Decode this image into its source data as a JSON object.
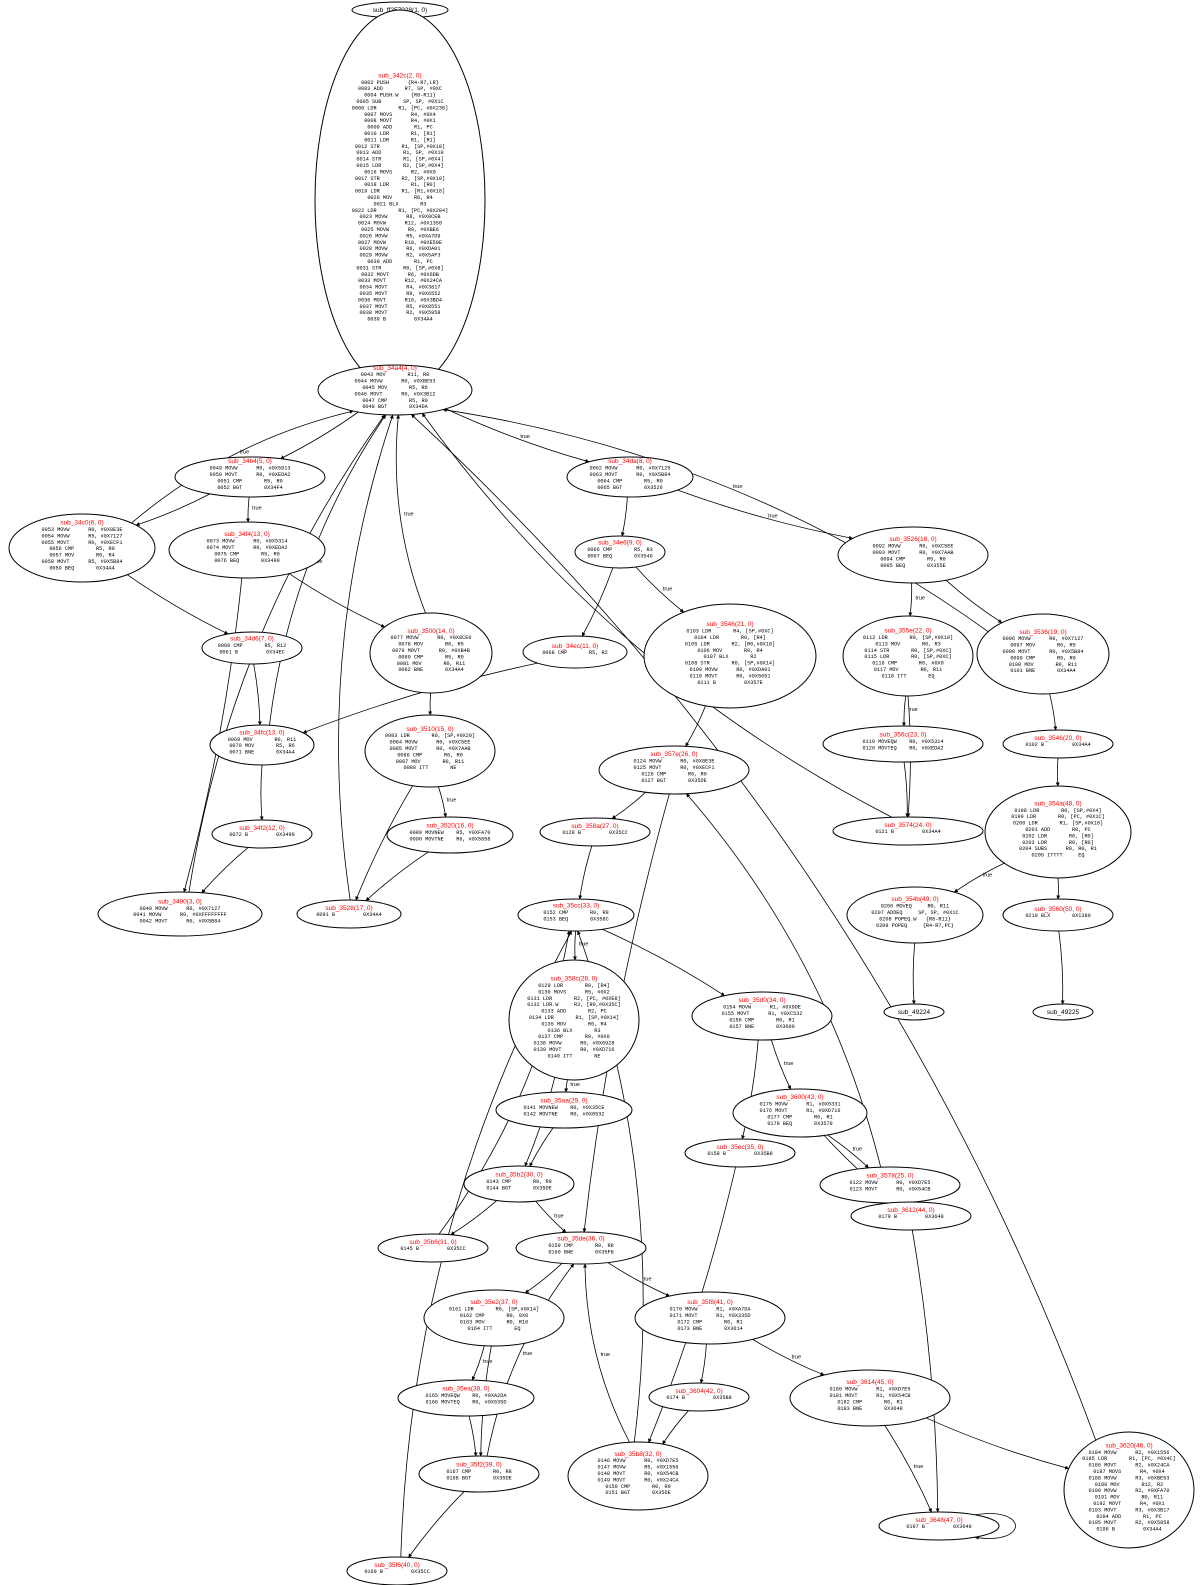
{
  "graph": {
    "nodes": [
      {
        "id": "n_entry",
        "title": "sub_ff257028(1, 0)",
        "lines": []
      },
      {
        "id": "n_342c",
        "title": "sub_342c(2, 0)",
        "lines": [
          "0002 PUSH      {R4-R7,LR}",
          "0003 ADD       R7, SP, #0XC",
          "0004 PUSH.W    {R8-R11}",
          "0005 SUB       SP, SP, #0X1C",
          "0006 LDR       R1, [PC, #0X230]",
          "0007 MOVS      R4, #0X4",
          "0008 MOVT      R4, #0X1",
          "0009 ADD       R1, PC",
          "0010 LDR       R1, [R1]",
          "0011 LDR       R1, [R1]",
          "0012 STR       R1, [SP,#0X18]",
          "0013 ADD       R1, SP, #0X10",
          "0014 STR       R1, [SP,#0X4]",
          "0015 LDR       R2, [SP,#0X4]",
          "0016 MOVS      R2, #0X0",
          "0017 STR       R2, [SP,#0X10]",
          "0018 LDR       R1, [R0]",
          "0019 LDR       R1, [R1,#0X18]",
          "0020 MOV       R0, R4",
          "0021 BLX       R3",
          "0022 LDR       R1, [PC, #0X284]",
          "0023 MOVW      R8, #0X8CEB",
          "0024 MOVW      R12, #0X1350",
          "0025 MOVW      R9, #0XBE6",
          "0026 MOVW      R5, #0XA7D9",
          "0027 MOVW      R10, #0XE59E",
          "0028 MOVW      R6, #0XDA01",
          "0029 MOVW      R2, #0X5AF3",
          "0030 ADD       R1, PC",
          "0031 STR       R6, [SP,#0X8]",
          "0032 MOVT      R6, #0X6DB",
          "0033 MOVT      R12, #0X24CA",
          "0034 MOVT      R4, #0X3817",
          "0035 MOVT      R9, #0X6552",
          "0036 MOVT      R10, #0X3BD4",
          "0037 MOVT      R5, #0X8551",
          "0038 MOVT      R2, #0X5958",
          "0039 B         0X34A4"
        ]
      },
      {
        "id": "n_34a4",
        "title": "sub_34a4(4, 0)",
        "lines": [
          "0043 MOV       R11, R0",
          "0044 MOVW      R0, #0XBE53",
          "0045 MOV       R5, R6",
          "0046 MOVT      R0, #0X3B12",
          "0047 CMP       R5, R0",
          "0048 BGT       0X34DA"
        ]
      },
      {
        "id": "n_34b4",
        "title": "sub_34b4(5, 0)",
        "lines": [
          "0049 MOVW      R0, #0X5913",
          "0050 MOVT      R0, #0XEDA2",
          "0051 CMP       R5, R0",
          "0052 BGT       0X34F4"
        ]
      },
      {
        "id": "n_34c0",
        "title": "sub_34c0(6, 0)",
        "lines": [
          "0053 MOVW      R0, #0X8E3E",
          "0054 MOVW      R5, #0X7127",
          "0055 MOVT      R0, #0XECF1",
          "0056 CMP       R5, R0",
          "0057 MOV       R0, R4",
          "0058 MOVT      R5, #0X5B84",
          "0059 BEQ       0X34A4"
        ]
      },
      {
        "id": "n_34d6",
        "title": "sub_34d6(7, 0)",
        "lines": [
          "0060 CMP       R5, R12",
          "0061 B         0X34EC"
        ]
      },
      {
        "id": "n_34ec",
        "title": "sub_34ec(11, 0)",
        "lines": [
          "0068 CMP       R5, R2"
        ]
      },
      {
        "id": "n_34f4",
        "title": "sub_34f4(13, 0)",
        "lines": [
          "0073 MOVW      R0, #0X5314",
          "0074 MOVT      R0, #0XEDA2",
          "0075 CMP       R5, R0",
          "0076 BEQ       0X3490"
        ]
      },
      {
        "id": "n_34da",
        "title": "sub_34da(8, 0)",
        "lines": [
          "0062 MOVW      R0, #0X7125",
          "0063 MOVT      R0, #0X5B84",
          "0064 CMP       R5, R0",
          "0065 BGT       0X3526"
        ]
      },
      {
        "id": "n_34e6",
        "title": "sub_34e6(9, 0)",
        "lines": [
          "0066 CMP       R5, R3",
          "0067 BEQ       0X3546"
        ]
      },
      {
        "id": "n_3526",
        "title": "sub_3526(18, 0)",
        "lines": [
          "0092 MOVW      R0, #0XC5EE",
          "0093 MOVT      R0, #0X7AAB",
          "0094 CMP       R5, R0",
          "0095 BEQ       0X355E"
        ]
      },
      {
        "id": "n_34fc",
        "title": "sub_34fc(13, 0)",
        "lines": [
          "0069 MOV       R0, R11",
          "0070 MOV       R5, R6",
          "0071 BNE       0X34A4"
        ]
      },
      {
        "id": "n_3500",
        "title": "sub_3500(14, 0)",
        "lines": [
          "0077 MOVW      R0, #0X8CE0",
          "0078 MOV       R0, R5",
          "0079 MOVT      R0, #0XB4B",
          "0080 CMP       R5, R0",
          "0081 MOV       R0, R11",
          "0082 BNE       0X34A4"
        ]
      },
      {
        "id": "n_3546",
        "title": "sub_3546(21, 0)",
        "lines": [
          "0103 LDR       R4, [SP,#0XC]",
          "0104 LDR       R0, [R4]",
          "0105 LDR       R2, [R0,#0X18]",
          "0106 MOV       R0, R4",
          "0107 BLX       R2",
          "0108 STR       R0, [SP,#0X14]",
          "0109 MOVW      R0, #0XDA01",
          "0110 MOVT      R0, #0X5651",
          "0111 B         0X357E"
        ]
      },
      {
        "id": "n_355e",
        "title": "sub_355e(22, 0)",
        "lines": [
          "0112 LDR       R0, [SP,#0X10]",
          "0113 MOV       R0, R3",
          "0114 STR       R0, [SP,#0XC]",
          "0115 LDR       R0, [SP,#0XC]",
          "0116 CMP       R0, #0X0",
          "0117 MOV       R0, R11",
          "0118 ITT       EQ"
        ]
      },
      {
        "id": "n_3536",
        "title": "sub_3536(19, 0)",
        "lines": [
          "0096 MOVW      R0, #0X7127",
          "0097 MOV       R6, R5",
          "0098 MOVT      R0, #0X5B84",
          "0099 CMP       R5, R0",
          "0100 MOV       R0, R11",
          "0101 BNE       0X34A4"
        ]
      },
      {
        "id": "n_34f2",
        "title": "sub_34f2(12, 0)",
        "lines": [
          "0072 B         0X3490"
        ]
      },
      {
        "id": "n_3510",
        "title": "sub_3510(15, 0)",
        "lines": [
          "0083 LDR       R0, [SP,#0X20]",
          "0084 MOVW      R0, #0XC5EE",
          "0085 MOVT      R0, #0X7AAB",
          "0086 CMP       R0, R0",
          "0087 MOV       R0, R11",
          "0088 ITT       NE"
        ]
      },
      {
        "id": "n_357e",
        "title": "sub_357e(26, 0)",
        "lines": [
          "0124 MOVW      R0, #0X8E3E",
          "0125 MOVT      R0, #0XECF1",
          "0126 CMP       R6, R0",
          "0127 BGT       0X35DE"
        ]
      },
      {
        "id": "n_356c",
        "title": "sub_356c(23, 0)",
        "lines": [
          "0119 MOVEQW    R0, #0X5314",
          "0120 MOVTEQ    R0, #0XEDA2"
        ]
      },
      {
        "id": "n_3546b",
        "title": "sub_3546(20, 0)",
        "lines": [
          "0102 B         0X34A4"
        ]
      },
      {
        "id": "n_3490",
        "title": "sub_3490(3, 0)",
        "lines": [
          "0040 MOVW      R6, #0X7127",
          "0041 MOVW      R0, #0XFFFFFFFF",
          "0042 MOVT      R6, #0X5B84"
        ]
      },
      {
        "id": "n_3520",
        "title": "sub_3520(16, 0)",
        "lines": [
          "0089 MOVNEW    R5, #0XFA70",
          "0090 MOVTNE    R6, #0X5858"
        ]
      },
      {
        "id": "n_3528",
        "title": "sub_3528(17, 0)",
        "lines": [
          "0091 B         0X34A4"
        ]
      },
      {
        "id": "n_358a",
        "title": "sub_358a(27, 0)",
        "lines": [
          "0128 B         0X35CC"
        ]
      },
      {
        "id": "n_3574",
        "title": "sub_3574(24, 0)",
        "lines": [
          "0121 B         0X34A4"
        ]
      },
      {
        "id": "n_354a",
        "title": "sub_354a(48, 0)",
        "lines": [
          "0198 LDR       R0, [SP,#0X4]",
          "0199 LDR       R0, [PC, #0X1C]",
          "0200 LDR       R1, [SP,#0X18]",
          "0201 ADD       R0, PC",
          "0202 LDR       R0, [R0]",
          "0203 LDR       R0, [R0]",
          "0204 SUBS      R0, R0, R1",
          "0205 ITTTT     EQ"
        ]
      },
      {
        "id": "n_35cc",
        "title": "sub_35cc(33, 0)",
        "lines": [
          "0152 CMP       R0, R8",
          "0153 BEQ       0X358C"
        ]
      },
      {
        "id": "n_354b",
        "title": "sub_354b(49, 0)",
        "lines": [
          "0206 MOVEQ     R0, R11",
          "0207 ADDEQ     SP, SP, #0X1C",
          "0208 POPEQ.W   {R8-R11}",
          "0209 POPEQ     {R4-R7,PC}"
        ]
      },
      {
        "id": "n_3560",
        "title": "sub_3560(50, 0)",
        "lines": [
          "0210 BLX       0X1380"
        ]
      },
      {
        "id": "n_358c",
        "title": "sub_358c(28, 0)",
        "lines": [
          "0129 LDR       R0, [R4]",
          "0130 MOVS      R5, #0X2",
          "0131 LDR       R2, [PC, #0XE8]",
          "0132 LDR.W     R3, [R0,#0X35C]",
          "0133 ADD       R2, PC",
          "0134 LDR       R1, [SP,#0X14]",
          "0135 MOV       R0, R4",
          "0136 BLX       R3",
          "0137 CMP       R0, #0X0",
          "0138 MOVW      R0, #0X6928",
          "0139 MOVT      R0, #0XD716",
          "0140 ITT       NE"
        ]
      },
      {
        "id": "n_35d0",
        "title": "sub_35d0(34, 0)",
        "lines": [
          "0154 MOVW      R1, #0X9DE",
          "0155 MOVT      R1, #0XC532",
          "0156 CMP       R0, R1",
          "0157 BNE       0X3600"
        ]
      },
      {
        "id": "n_sub49224",
        "title": "sub_49224",
        "lines": []
      },
      {
        "id": "n_sub49225",
        "title": "sub_49225",
        "lines": []
      },
      {
        "id": "n_35aa",
        "title": "sub_35aa(29, 0)",
        "lines": [
          "0141 MOVNEW    R0, #0X35CE",
          "0142 MOVTNE    R0, #0X0532"
        ]
      },
      {
        "id": "n_3600",
        "title": "sub_3600(43, 0)",
        "lines": [
          "0175 MOVW      R1, #0X5331",
          "0176 MOVT      R1, #0XD716",
          "0177 CMP       R0, R1",
          "0178 BEQ       0X3578"
        ]
      },
      {
        "id": "n_35ec",
        "title": "sub_35ec(35, 0)",
        "lines": [
          "0158 B         0X35B8"
        ]
      },
      {
        "id": "n_35b2",
        "title": "sub_35b2(30, 0)",
        "lines": [
          "0143 CMP       R0, R9",
          "0144 BGT       0X35DE"
        ]
      },
      {
        "id": "n_3578",
        "title": "sub_3578(25, 0)",
        "lines": [
          "0122 MOVW      R0, #0XD7E5",
          "0123 MOVT      R0, #0X54CB"
        ]
      },
      {
        "id": "n_3612",
        "title": "sub_3612(44, 0)",
        "lines": [
          "0179 B         0X3648"
        ]
      },
      {
        "id": "n_35b6",
        "title": "sub_35b6(31, 0)",
        "lines": [
          "0145 B         0X35CC"
        ]
      },
      {
        "id": "n_35de",
        "title": "sub_35de(36, 0)",
        "lines": [
          "0159 CMP       R0, R8",
          "0160 BNE       0X35F8"
        ]
      },
      {
        "id": "n_35e2",
        "title": "sub_35e2(37, 0)",
        "lines": [
          "0161 LDR       R0, [SP,#0X14]",
          "0162 CMP       R0, 0X0",
          "0163 MOV       R0, R10",
          "0164 ITT       EQ"
        ]
      },
      {
        "id": "n_35f8",
        "title": "sub_35f8(41, 0)",
        "lines": [
          "0170 MOVW      R1, #0XA7DA",
          "0171 MOVT      R1, #0X335D",
          "0172 CMP       R0, R1",
          "0173 BNE       0X3614"
        ]
      },
      {
        "id": "n_35ea",
        "title": "sub_35ea(38, 0)",
        "lines": [
          "0165 MOVEQW    R0, #0XA2DA",
          "0166 MOVTEQ    R0, #0X535D"
        ]
      },
      {
        "id": "n_3604",
        "title": "sub_3604(42, 0)",
        "lines": [
          "0174 B         0X35B8"
        ]
      },
      {
        "id": "n_3614",
        "title": "sub_3614(45, 0)",
        "lines": [
          "0180 MOVW      R1, #0XD7E5",
          "0181 MOVT      R1, #0X54CB",
          "0182 CMP       R0, R1",
          "0183 BNE       0X3648"
        ]
      },
      {
        "id": "n_35f2",
        "title": "sub_35f2(39, 0)",
        "lines": [
          "0167 CMP       R0, R8",
          "0168 BGT       0X35DE"
        ]
      },
      {
        "id": "n_35b8",
        "title": "sub_35b8(32, 0)",
        "lines": [
          "0146 MOVW      R0, #0XD7E5",
          "0147 MOVW      R5, #0X1556",
          "0148 MOVT      R0, #0X54CB",
          "0149 MOVT      R0, #0X24CA",
          "0150 CMP       R0, R9",
          "0151 BGT       0X35DE"
        ]
      },
      {
        "id": "n_3648",
        "title": "sub_3648(47, 0)",
        "lines": [
          "0197 B         0X3648"
        ]
      },
      {
        "id": "n_3620",
        "title": "sub_3620(46, 0)",
        "lines": [
          "0184 MOVW      R2, #0X1556",
          "0185 LDR       R1, [PC, #0X4C]",
          "0186 MOVT      R2, #0X24CA",
          "0187 MOVS      R4, #0X4",
          "0188 MOVW      R3, #0XBE53",
          "0189 MOV       R12, R2",
          "0190 MOVW      R2, #0XFA70",
          "0191 MOV       R0, R11",
          "0192 MOVT      R4, #0X1",
          "0193 MOVT      R3, #0X3B17",
          "0194 ADD       R1, PC",
          "0195 MOVT      R2, #0X5858",
          "0196 B         0X34A4"
        ]
      },
      {
        "id": "n_35f6",
        "title": "sub_35f6(40, 0)",
        "lines": [
          "0169 B         0X35CC"
        ]
      }
    ],
    "edge_labels": {
      "true": "true"
    }
  }
}
